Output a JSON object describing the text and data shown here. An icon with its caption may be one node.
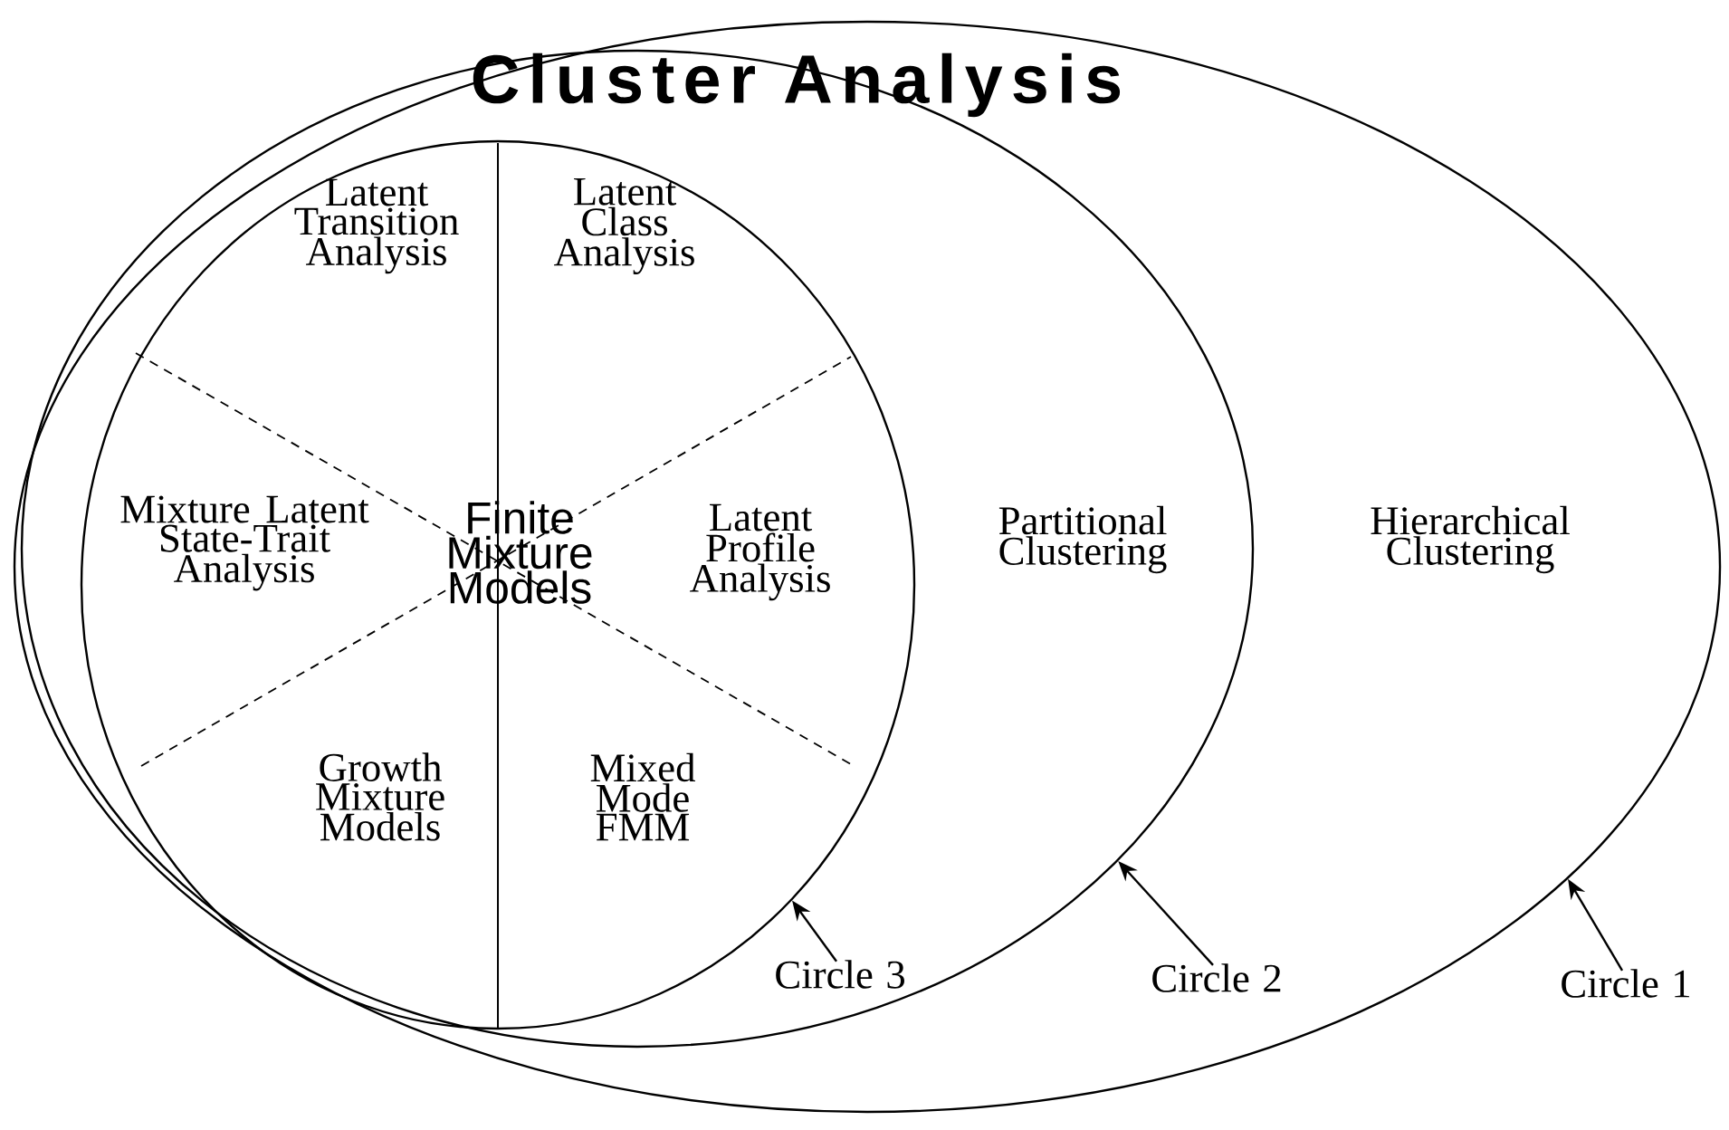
{
  "diagram": {
    "title": "Cluster Analysis",
    "nodes": [
      {
        "text": [
          "Hierarchical Clustering"
        ]
      },
      {
        "text": [
          "Partitional Clustering"
        ],
        "in": 0
      },
      {
        "text": [
          "Finite Mixture Models"
        ],
        "in": 1
      },
      {
        "text": [
          "Latent Transition Analysis"
        ],
        "in": 2
      },
      {
        "text": [
          "Latent Class Analysis"
        ],
        "in": 2
      },
      {
        "text": [
          "Mixture Latent State-Trait Analysis"
        ],
        "in": 2
      },
      {
        "text": [
          "Latent Profile Analysis"
        ],
        "in": 2
      },
      {
        "text": [
          "Growth Mixture Models"
        ],
        "in": 2
      },
      {
        "text": [
          "Mixed Mode FMM"
        ],
        "in": 2
      },
      {
        "text": [
          "Circle 3"
        ],
        "in": 1
      },
      {
        "text": [
          "Circle 2"
        ],
        "in": 0
      },
      {
        "text": [
          "Circle 1"
        ]
      }
    ],
    "edges": [
      {
        "from": 9,
        "to": 2,
        "arrow": "to"
      },
      {
        "from": 10,
        "to": 1,
        "arrow": "to"
      },
      {
        "from": 11,
        "to": 0,
        "arrow": "to"
      }
    ]
  }
}
